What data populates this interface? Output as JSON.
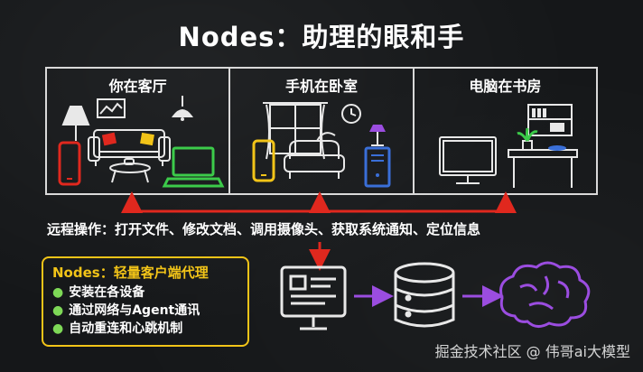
{
  "title": "Nodes：助理的眼和手",
  "rooms": [
    {
      "label": "你在客厅"
    },
    {
      "label": "手机在卧室"
    },
    {
      "label": "电脑在书房"
    }
  ],
  "remote_ops": "远程操作：打开文件、修改文档、调用摄像头、获取系统通知、定位信息",
  "nodes_box": {
    "title": "Nodes：轻量客户端代理",
    "features": [
      "安装在各设备",
      "通过网络与Agent通讯",
      "自动重连和心跳机制"
    ]
  },
  "watermark": "掘金技术社区 @ 伟哥ai大模型",
  "colors": {
    "arrow_red": "#e0281e",
    "arrow_purple": "#9b4de0",
    "highlight_yellow": "#f2c418",
    "bullet_green": "#7ed957",
    "phone_red": "#e0281e",
    "phone_yellow": "#f2c418",
    "laptop_green": "#3ccb4a",
    "pc_blue": "#3a6fd8",
    "brain_purple": "#9b4de0"
  },
  "icons": [
    "sofa-icon",
    "phone-icon",
    "laptop-icon",
    "lamp-icon",
    "window-icon",
    "clock-icon",
    "armchair-icon",
    "desktop-tower-icon",
    "monitor-icon",
    "desk-icon",
    "server-database-icon",
    "brain-icon"
  ]
}
